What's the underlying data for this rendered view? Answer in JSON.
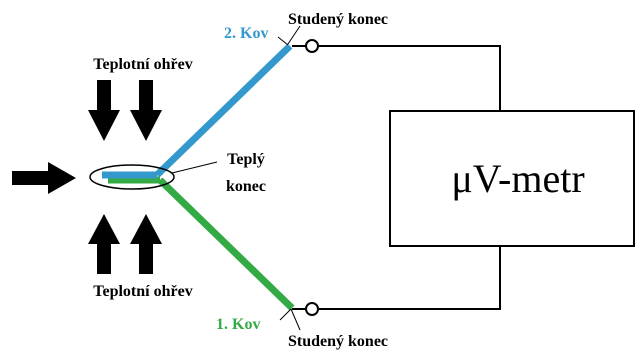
{
  "labels": {
    "heat_top": "Teplotní ohřev",
    "heat_bottom": "Teplotní ohřev",
    "metal2": "2. Kov",
    "metal1": "1. Kov",
    "cold_top": "Studený konec",
    "cold_bottom": "Studený konec",
    "hot_line1": "Teplý",
    "hot_line2": "konec",
    "meter": "μV-metr"
  },
  "colors": {
    "metal2": "#3399cc",
    "metal1": "#33aa44",
    "wire": "#000000"
  }
}
